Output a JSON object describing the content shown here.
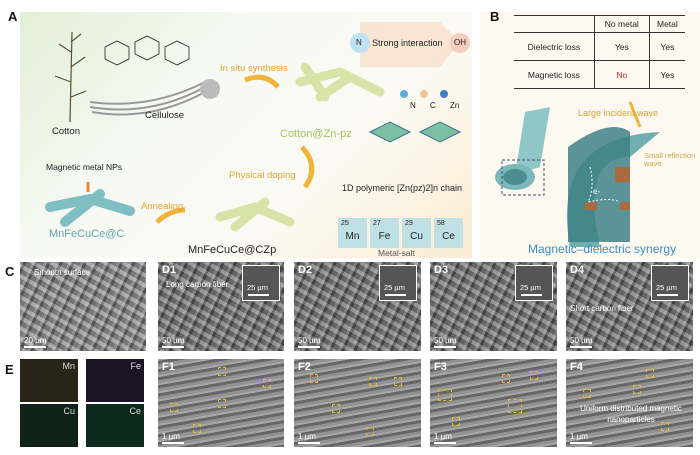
{
  "panel_labels": {
    "a": "A",
    "b": "B",
    "c": "C",
    "e": "E"
  },
  "panel_a": {
    "cotton": "Cotton",
    "cellulose": "Cellulose",
    "in_situ": "In situ synthesis",
    "strong_interaction": "Strong interaction",
    "n_atom": "N",
    "oh_group": "OH",
    "legend": {
      "n": "N",
      "c": "C",
      "zn": "Zn"
    },
    "cotton_zn": "Cotton@Zn-pz",
    "chain": "1D polymeric [Zn(pz)2]n chain",
    "physical_doping": "Physical doping",
    "annealing": "Annealing",
    "magnetic_nps": "Magnetic metal NPs",
    "product": "MnFeCuCe@C",
    "precursor": "MnFeCuCe@CZp",
    "metal_salt_label": "Metal-salt",
    "metals": [
      {
        "num": "25",
        "sym": "Mn"
      },
      {
        "num": "27",
        "sym": "Fe"
      },
      {
        "num": "29",
        "sym": "Cu"
      },
      {
        "num": "58",
        "sym": "Ce"
      }
    ],
    "colors": {
      "accent_orange": "#e3a534",
      "green_text": "#a7c262",
      "teal_text": "#5fa7ae",
      "tile": "#bfe0e4"
    }
  },
  "panel_b": {
    "table": {
      "headers": [
        "",
        "No metal",
        "Metal"
      ],
      "rows": [
        [
          "Dielectric loss",
          "Yes",
          "Yes"
        ],
        [
          "Magnetic loss",
          "No",
          "Yes"
        ]
      ]
    },
    "large_wave": "Large incident wave",
    "small_wave": "Small reflection wave",
    "electron": "e-",
    "caption": "Magnetic–dielectric synergy",
    "colors": {
      "no": "#e0282a",
      "caption": "#3a8fcc"
    }
  },
  "panel_c": {
    "note": "Smooth surface",
    "scale": "20 µm"
  },
  "panel_d": [
    {
      "label": "D1",
      "inset_scale": "25 µm",
      "scale": "50 µm",
      "note": "Long carbon fiber"
    },
    {
      "label": "D2",
      "inset_scale": "25 µm",
      "scale": "50 µm"
    },
    {
      "label": "D3",
      "inset_scale": "25 µm",
      "scale": "50 µm"
    },
    {
      "label": "D4",
      "inset_scale": "25 µm",
      "scale": "50 µm",
      "note": "Short carbon fiber"
    }
  ],
  "panel_e": [
    {
      "el": "Mn",
      "color": "#2a2418"
    },
    {
      "el": "Fe",
      "color": "#1e1428"
    },
    {
      "el": "Cu",
      "color": "#0f2218"
    },
    {
      "el": "Ce",
      "color": "#0d2a1e"
    }
  ],
  "panel_f": [
    {
      "label": "F1",
      "scale": "1 µm"
    },
    {
      "label": "F2",
      "scale": "1 µm"
    },
    {
      "label": "F3",
      "scale": "1 µm"
    },
    {
      "label": "F4",
      "scale": "1 µm",
      "note": "Uniform distributed magnetic nanoparticles"
    }
  ]
}
